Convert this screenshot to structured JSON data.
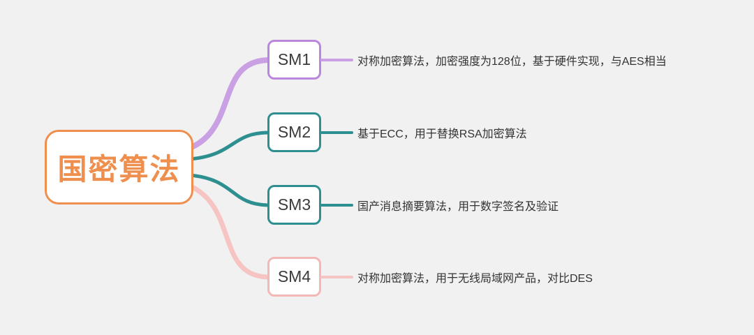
{
  "background": "#f1f1f1",
  "text_color": "#333333",
  "root": {
    "label": "国密算法",
    "color": "#ef8f4e",
    "fill": "#ffffff"
  },
  "nodes": [
    {
      "label": "SM1",
      "color": "#bb87dd",
      "line_color": "#c9a0e4",
      "desc": "对称加密算法，加密强度为128位，基于硬件实现，与AES相当"
    },
    {
      "label": "SM2",
      "color": "#2d8f90",
      "line_color": "#2d8f90",
      "desc": "基于ECC，用于替换RSA加密算法"
    },
    {
      "label": "SM3",
      "color": "#2d8f90",
      "line_color": "#2d8f90",
      "desc": "国产消息摘要算法，用于数字签名及验证"
    },
    {
      "label": "SM4",
      "color": "#f3b8b6",
      "line_color": "#f6c5c3",
      "desc": "对称加密算法，用于无线局域网产品，对比DES"
    }
  ]
}
